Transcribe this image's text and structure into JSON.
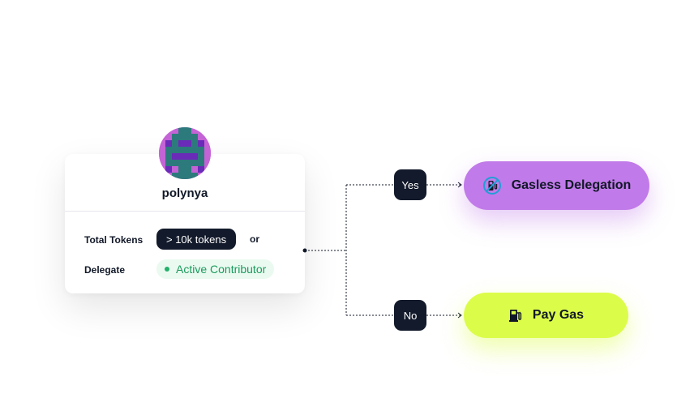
{
  "profile": {
    "username": "polynya",
    "avatar_icon": "pixel-avatar",
    "avatar_colors": {
      "background": "#c463d6",
      "primary": "#2d7a7c",
      "secondary": "#6a2bb8"
    }
  },
  "criteria": {
    "total_tokens_label": "Total Tokens",
    "total_tokens_value": "> 10k tokens",
    "connector": "or",
    "delegate_label": "Delegate",
    "delegate_value": "Active Contributor"
  },
  "decisions": {
    "yes_label": "Yes",
    "no_label": "No"
  },
  "outcomes": {
    "gasless": {
      "label": "Gasless Delegation",
      "icon": "no-gas-icon",
      "color": "#c17ae9"
    },
    "paygas": {
      "label": "Pay Gas",
      "icon": "gas-pump-icon",
      "color": "#dcfc4a"
    }
  }
}
